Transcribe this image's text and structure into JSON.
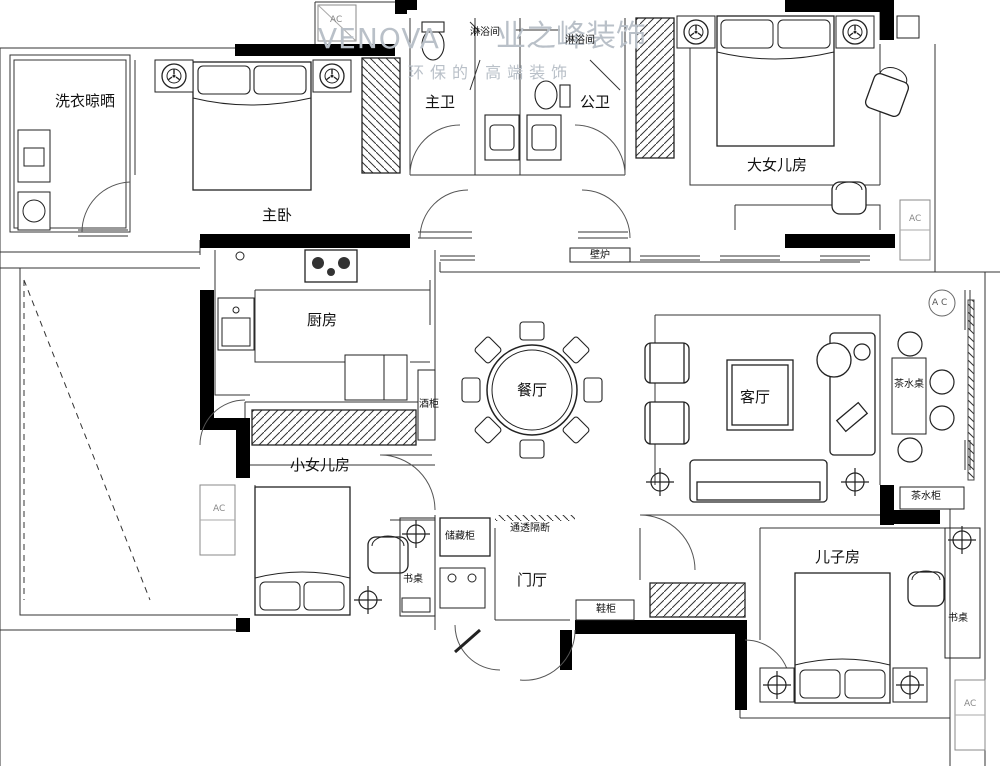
{
  "watermark": {
    "brand": "VENOVA",
    "brand_cn": "业之峰装饰",
    "slogan": "环保的 高端装饰"
  },
  "rooms": {
    "laundry": "洗衣晾晒",
    "master_bedroom": "主卧",
    "master_bath": "主卫",
    "public_bath": "公卫",
    "shower_1": "淋浴间",
    "shower_2": "淋浴间",
    "eldest_daughter": "大女儿房",
    "kitchen": "厨房",
    "dining": "餐厅",
    "living": "客厅",
    "tea_table": "茶水桌",
    "tea_cabinet": "茶水柜",
    "fireplace": "壁炉",
    "wine_cabinet": "酒柜",
    "younger_daughter": "小女儿房",
    "storage": "储藏柜",
    "partition": "通透隔断",
    "entrance": "门厅",
    "shoe_cabinet": "鞋柜",
    "son_room": "儿子房",
    "desk_1": "书桌",
    "desk_2": "书桌"
  },
  "symbols": {
    "ac_units": [
      "AC",
      "AC",
      "AC",
      "AC"
    ],
    "ac_symbol_label": "A C",
    "fan_icon": "ceiling-fan-icon",
    "lamp_icon": "lamp-icon"
  },
  "colors": {
    "wall": "#000000",
    "line": "#333333",
    "light": "#888888",
    "watermark": "#a9b2bb"
  }
}
